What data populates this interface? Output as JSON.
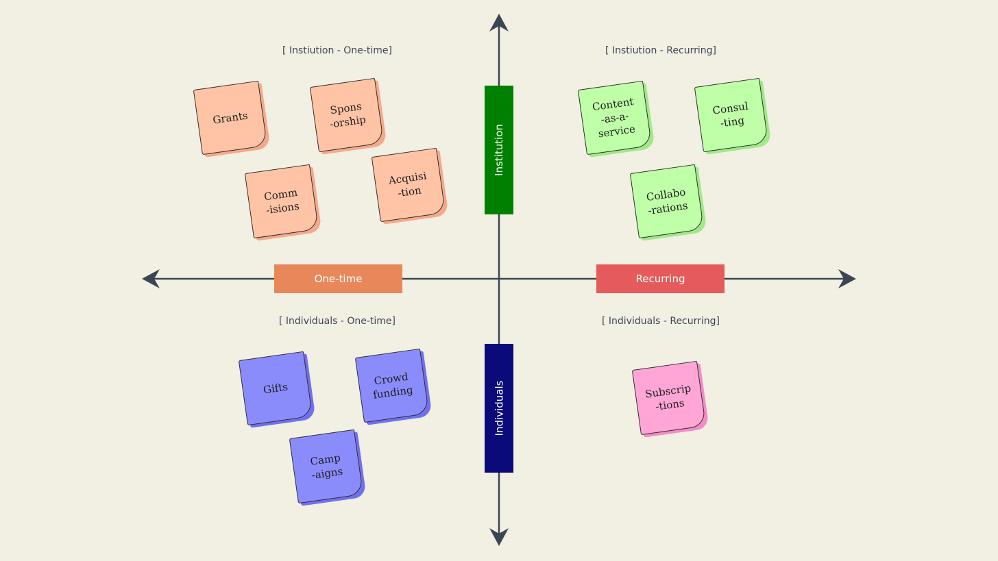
{
  "axes": {
    "vertical_top_label": "Institution",
    "vertical_bottom_label": "Individuals",
    "horizontal_left_label": "One-time",
    "horizontal_right_label": "Recurring",
    "colors": {
      "line": "#3a4654",
      "institution": "#008000",
      "individuals": "#0a0a7a",
      "one_time": "#e8885a",
      "recurring": "#e55b5b"
    }
  },
  "quadrants": {
    "top_left": "[ Instiution - One-time]",
    "top_right": "[ Instiution - Recurring]",
    "bottom_left": "[ Individuals - One-time]",
    "bottom_right": "[ Individuals - Recurring]"
  },
  "notes": {
    "colors": {
      "peach": "#ffc4a6",
      "green": "#bfffa8",
      "blue": "#8b8cfc",
      "pink": "#ffa6d6"
    },
    "grants": "Grants",
    "sponsorship": "Spons\n-orship",
    "commissions": "Comm\n-isions",
    "acquisition": "Acquisi\n-tion",
    "content_as_a_service": "Content\n-as-a-\nservice",
    "consulting": "Consul\n-ting",
    "collaborations": "Collabo\n-rations",
    "gifts": "Gifts",
    "crowdfunding": "Crowd\nfunding",
    "campaigns": "Camp\n-aigns",
    "subscriptions": "Subscrip\n-tions"
  }
}
